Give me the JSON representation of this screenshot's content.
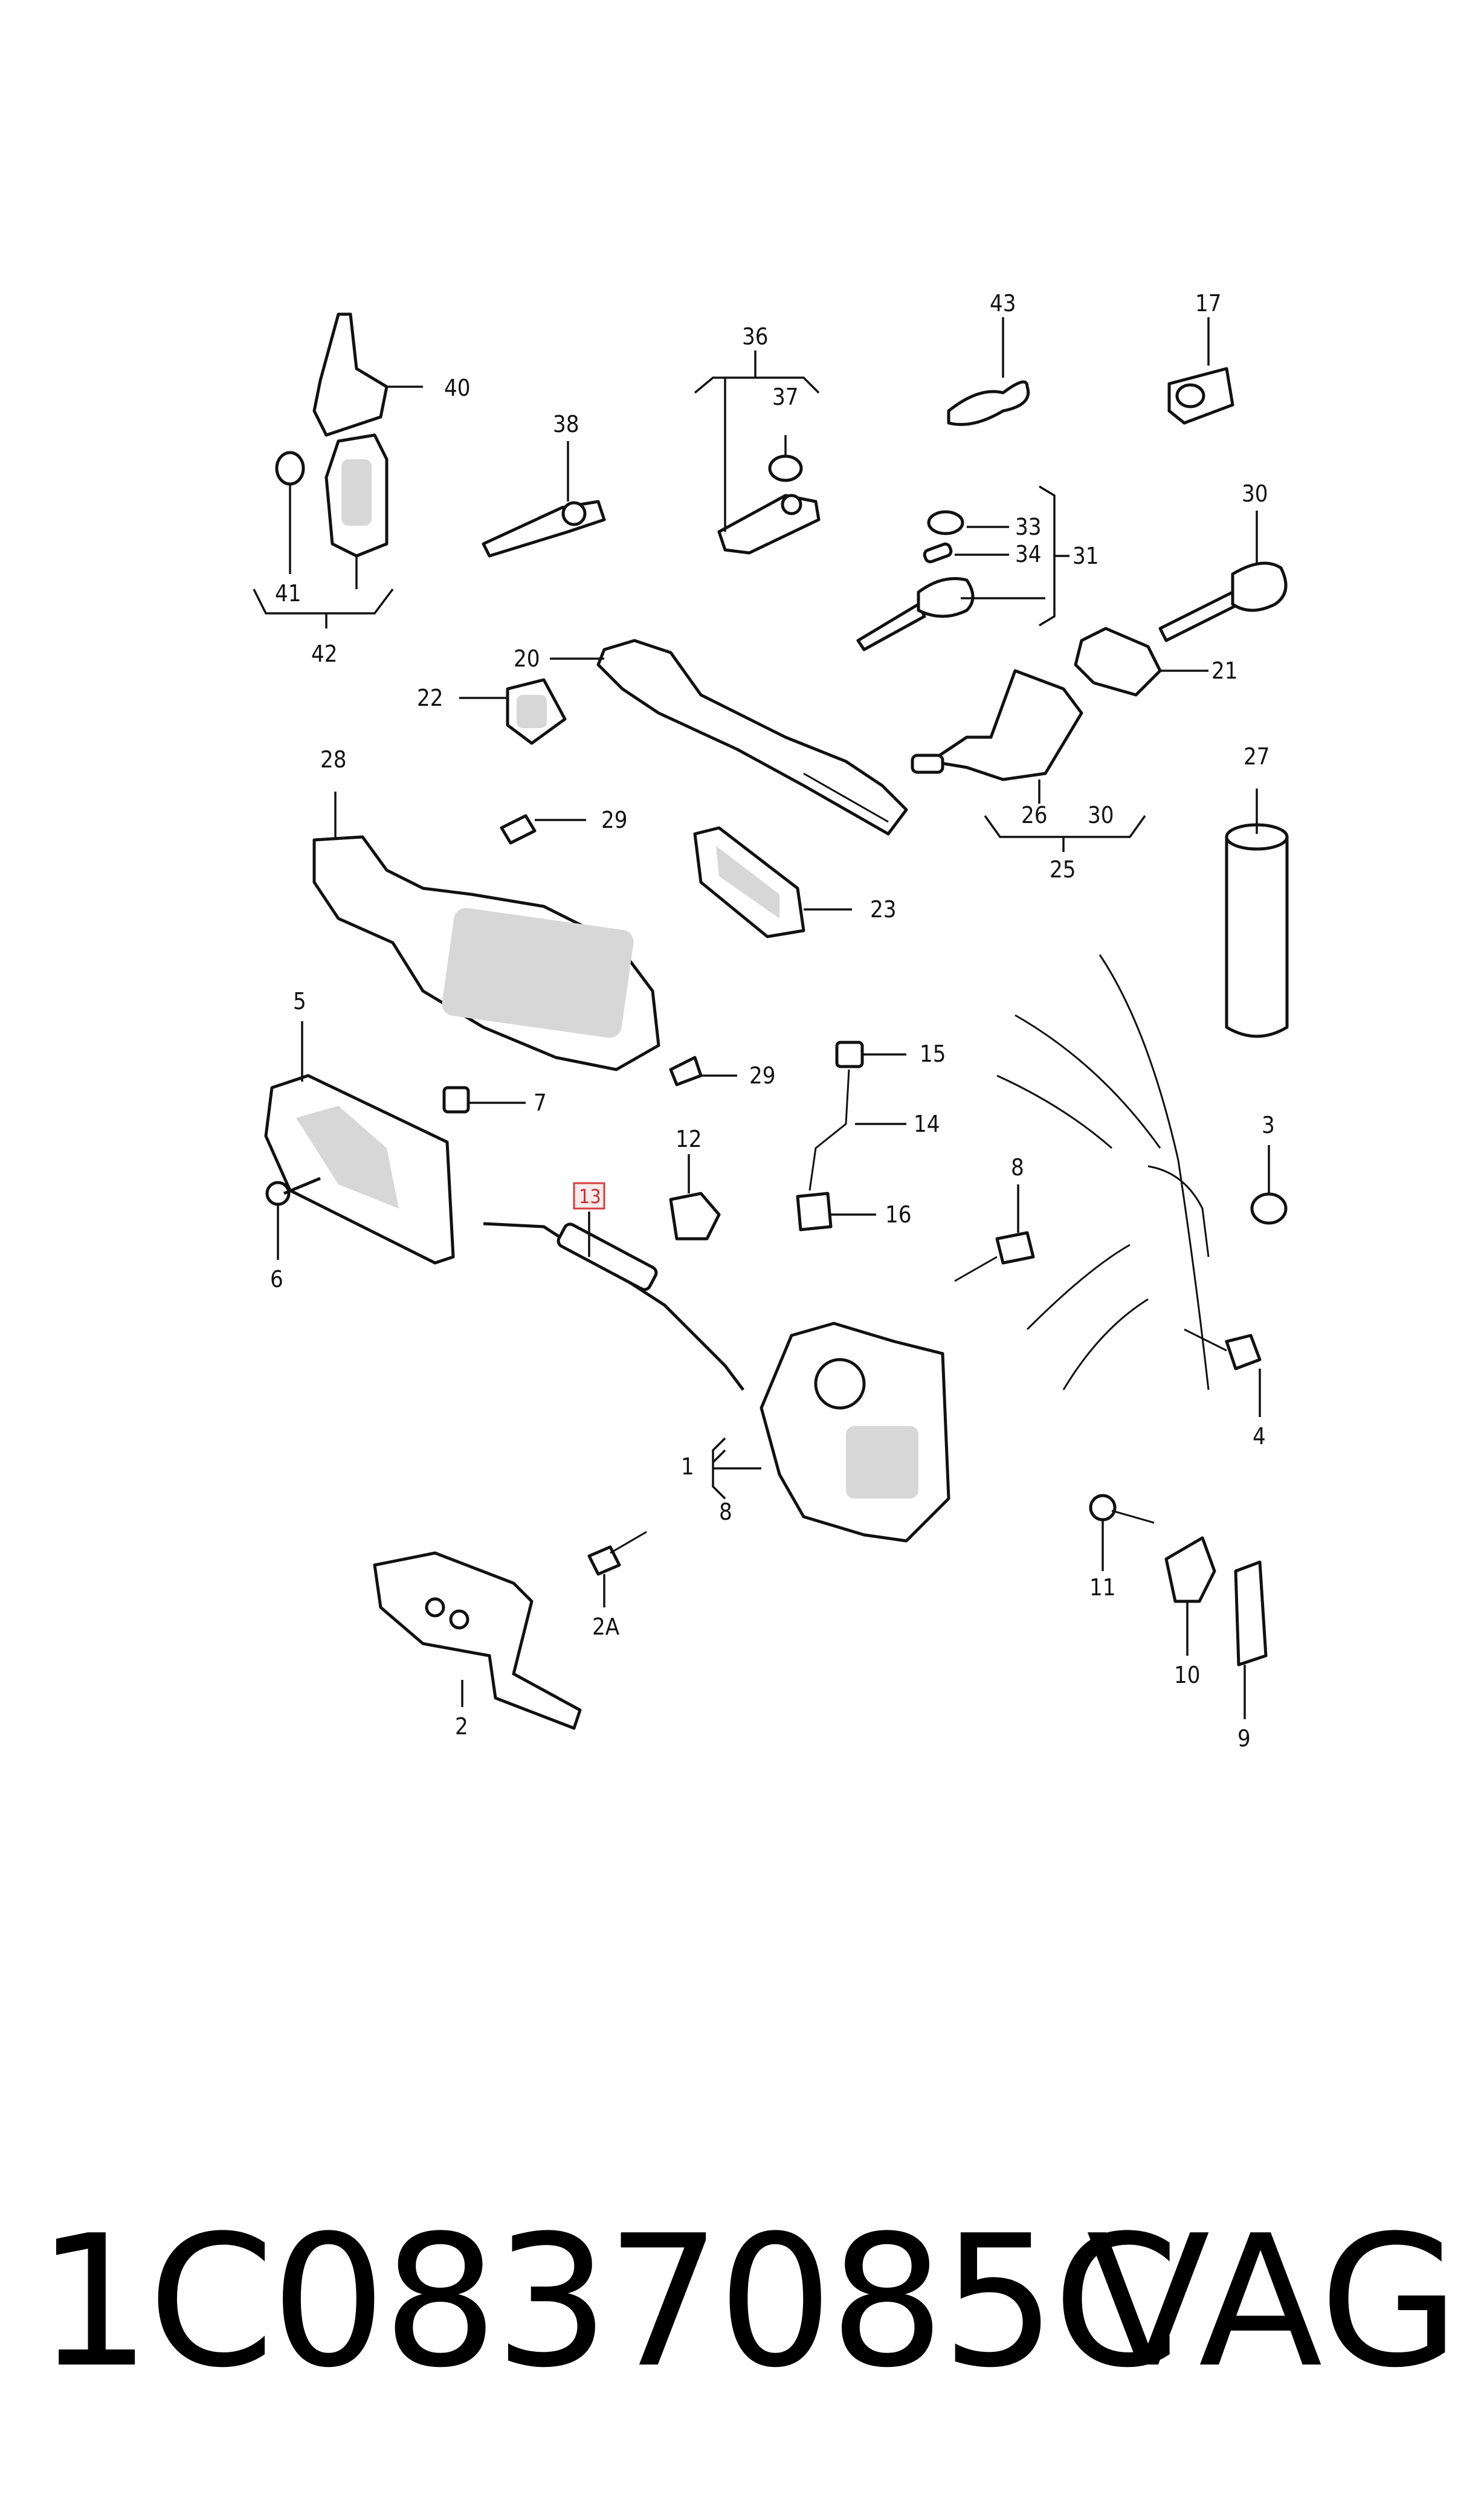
{
  "callouts": {
    "c1": "1",
    "c2": "2",
    "c2a": "2A",
    "c3": "3",
    "c4": "4",
    "c5": "5",
    "c6": "6",
    "c7": "7",
    "c8a": "8",
    "c8b": "8",
    "c9": "9",
    "c10": "10",
    "c11": "11",
    "c12": "12",
    "c13": "13",
    "c14": "14",
    "c15": "15",
    "c16": "16",
    "c17": "17",
    "c20": "20",
    "c21": "21",
    "c22": "22",
    "c23": "23",
    "c25": "25",
    "c26": "26",
    "c27": "27",
    "c28": "28",
    "c29a": "29",
    "c29b": "29",
    "c30a": "30",
    "c30b": "30",
    "c31": "31",
    "c33": "33",
    "c34": "34",
    "c36": "36",
    "c37": "37",
    "c38": "38",
    "c40": "40",
    "c41": "41",
    "c42": "42",
    "c43": "43"
  },
  "highlighted_callout": "13",
  "highlight_color": "#d04040",
  "footer": {
    "part_number": "1C0837085C",
    "brand": "VAG"
  }
}
